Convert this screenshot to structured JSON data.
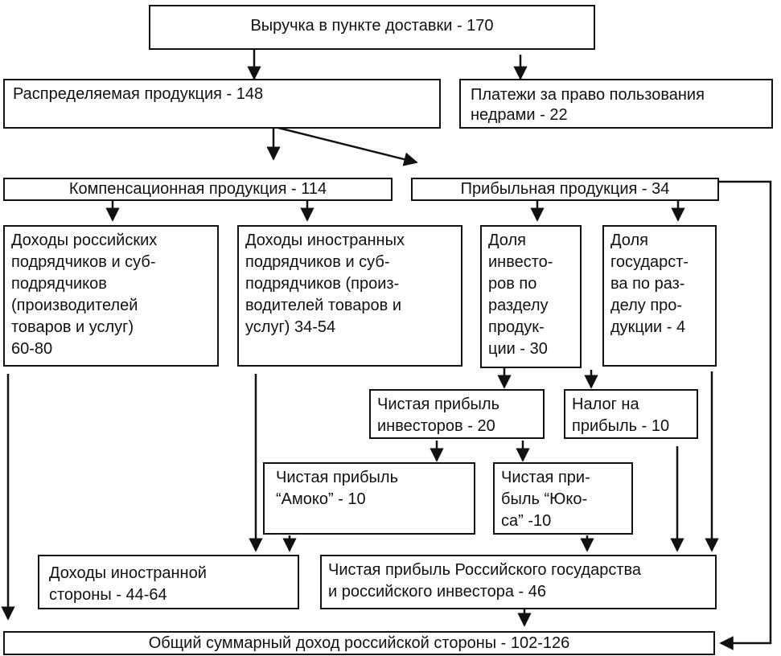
{
  "diagram": {
    "nodes": {
      "revenue": "Выручка в пункте доставки - 170",
      "distributed": "Распределяемая продукция - 148",
      "royalty": "Платежи за право пользования\nнедрами - 22",
      "compensation": "Компенсационная продукция -  114",
      "profit_product": "Прибыльная продукция -   34",
      "ru_contractors": "Доходы российских\nподрядчиков и суб-\nподрядчиков\n(производителей\nтоваров и услуг)\n60-80",
      "foreign_contractors": "Доходы иностранных\nподрядчиков и суб-\nподрядчиков (произ-\nводителей товаров и\nуслуг) 34-54",
      "investors_share": "Доля\nинвесто-\nров по\nразделу\nпродук-\nции - 30",
      "state_share": "Доля\nгосударст-\nва по раз-\nделу про-\nдукции - 4",
      "investors_net": "Чистая прибыль\nинвесторов - 20",
      "profit_tax": "Налог на\nприбыль - 10",
      "amoco_net": "Чистая прибыль\n“Амоко” - 10",
      "yukos_net": "Чистая при-\nбыль “Юко-\nса” -10",
      "foreign_income": "Доходы иностранной\nстороны - 44-64",
      "ru_state_investor_net": "Чистая прибыль Российского государства\nи российского инвестора - 46",
      "ru_total": "Общий суммарный доход российской стороны - 102-126"
    }
  }
}
